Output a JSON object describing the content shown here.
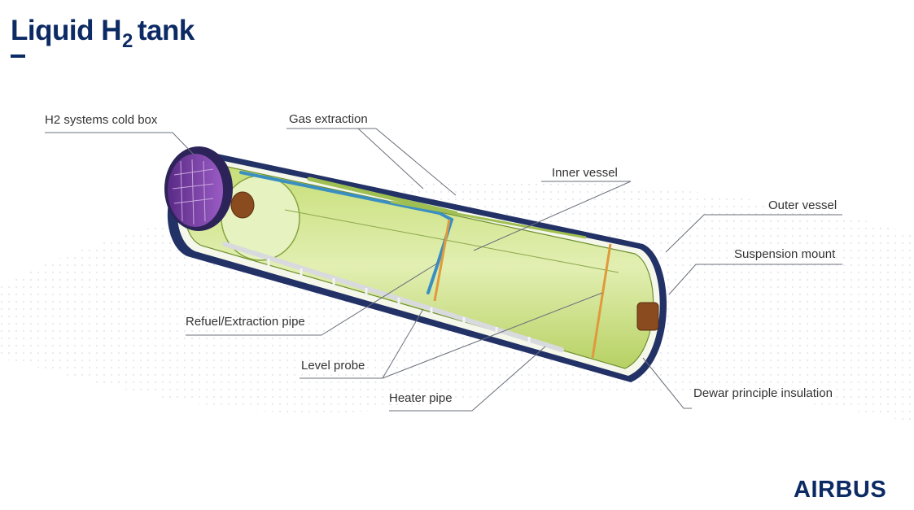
{
  "title": {
    "main": "Liquid H",
    "subscript": "2",
    "suffix": "tank"
  },
  "labels": {
    "cold_box": "H2 systems cold box",
    "gas_extraction": "Gas extraction",
    "inner_vessel": "Inner vessel",
    "outer_vessel": "Outer vessel",
    "suspension_mount": "Suspension mount",
    "refuel_pipe": "Refuel/Extraction pipe",
    "level_probe": "Level probe",
    "heater_pipe": "Heater pipe",
    "insulation": "Dewar principle insulation"
  },
  "logo": "AIRBUS",
  "colors": {
    "brand": "#0c2a63",
    "inner_fill": "#d6e89a",
    "outer_shell": "#1d2a5c",
    "cold_box": "#7a3aa0",
    "pipe_blue": "#3a8fc2",
    "probe_orange": "#e09a3c",
    "heater": "#d8dadd"
  }
}
